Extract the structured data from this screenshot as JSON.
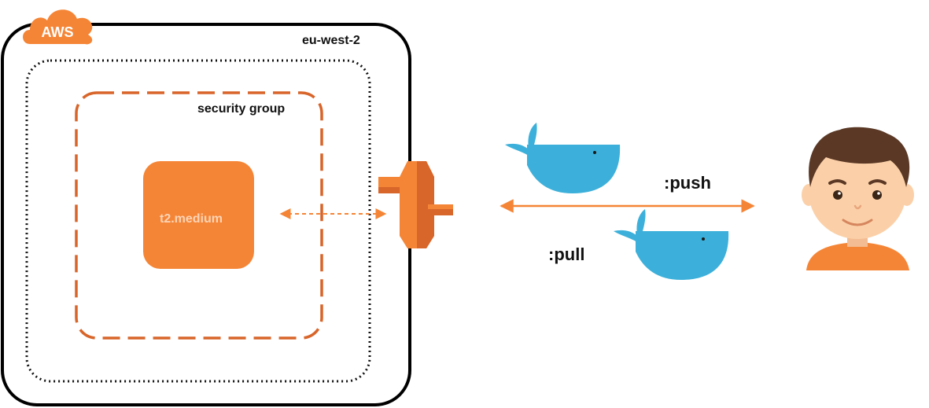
{
  "cloud": {
    "provider_label": "AWS"
  },
  "region": {
    "label": "eu-west-2"
  },
  "security_group": {
    "label": "security group"
  },
  "instance": {
    "label": "t2.medium"
  },
  "registry": {
    "push_label": ":push",
    "pull_label": ":pull"
  },
  "colors": {
    "aws_orange": "#F58536",
    "dark_orange": "#D8652A",
    "whale_blue": "#3CB0DA",
    "region_border": "#000000",
    "skin": "#FBD0A8",
    "hair": "#5A3825",
    "shirt": "#F58536"
  },
  "icons": {
    "cloud": "aws-cloud-icon",
    "gateway": "internet-gateway-icon",
    "whale": "docker-whale-icon",
    "user": "user-avatar-icon"
  }
}
